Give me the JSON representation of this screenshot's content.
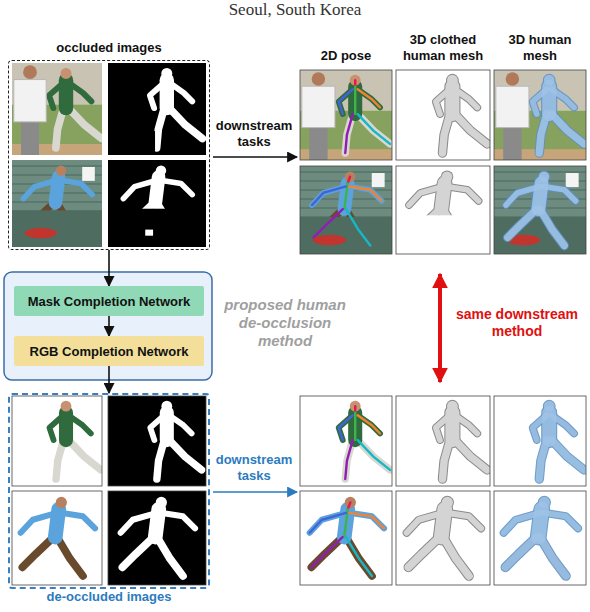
{
  "diagram": {
    "nodes": [
      {
        "text": [
          "occluded images"
        ]
      },
      {
        "text": [
          "Mask Completion Network"
        ]
      },
      {
        "text": [
          "RGB Completion Network"
        ]
      },
      {
        "text": [
          "de-occluded images"
        ]
      }
    ],
    "edges": [
      {
        "from": 0,
        "to": 1,
        "arrow": "to"
      },
      {
        "from": 1,
        "to": 2,
        "arrow": "to"
      },
      {
        "from": 2,
        "to": 3,
        "arrow": "to"
      }
    ],
    "labels": [
      "Seoul, South Korea",
      "2D pose",
      "3D clothed human mesh",
      "3D human mesh",
      "downstream tasks",
      "proposed human de-occlusion method",
      "same downstream method",
      "downstream tasks"
    ]
  }
}
